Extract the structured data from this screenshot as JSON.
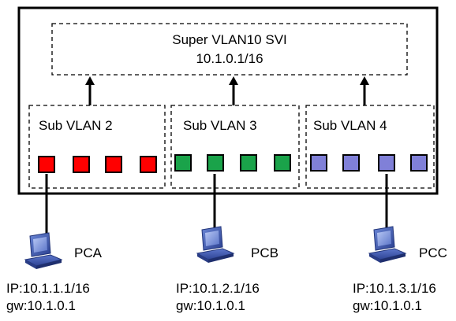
{
  "diagram": {
    "super_vlan": {
      "title": "Super VLAN10  SVI",
      "address": "10.1.0.1/16"
    },
    "sub_vlans": [
      {
        "label": "Sub VLAN 2",
        "port_color": "#ff0000"
      },
      {
        "label": "Sub VLAN 3",
        "port_color": "#1aa34a"
      },
      {
        "label": "Sub VLAN 4",
        "port_color": "#8080d8"
      }
    ],
    "hosts": [
      {
        "name": "PCA",
        "ip": "IP:10.1.1.1/16",
        "gw": "gw:10.1.0.1"
      },
      {
        "name": "PCB",
        "ip": "IP:10.1.2.1/16",
        "gw": "gw:10.1.0.1"
      },
      {
        "name": "PCC",
        "ip": "IP:10.1.3.1/16",
        "gw": "gw:10.1.0.1"
      }
    ],
    "icons": {
      "computer": "computer-icon"
    }
  }
}
